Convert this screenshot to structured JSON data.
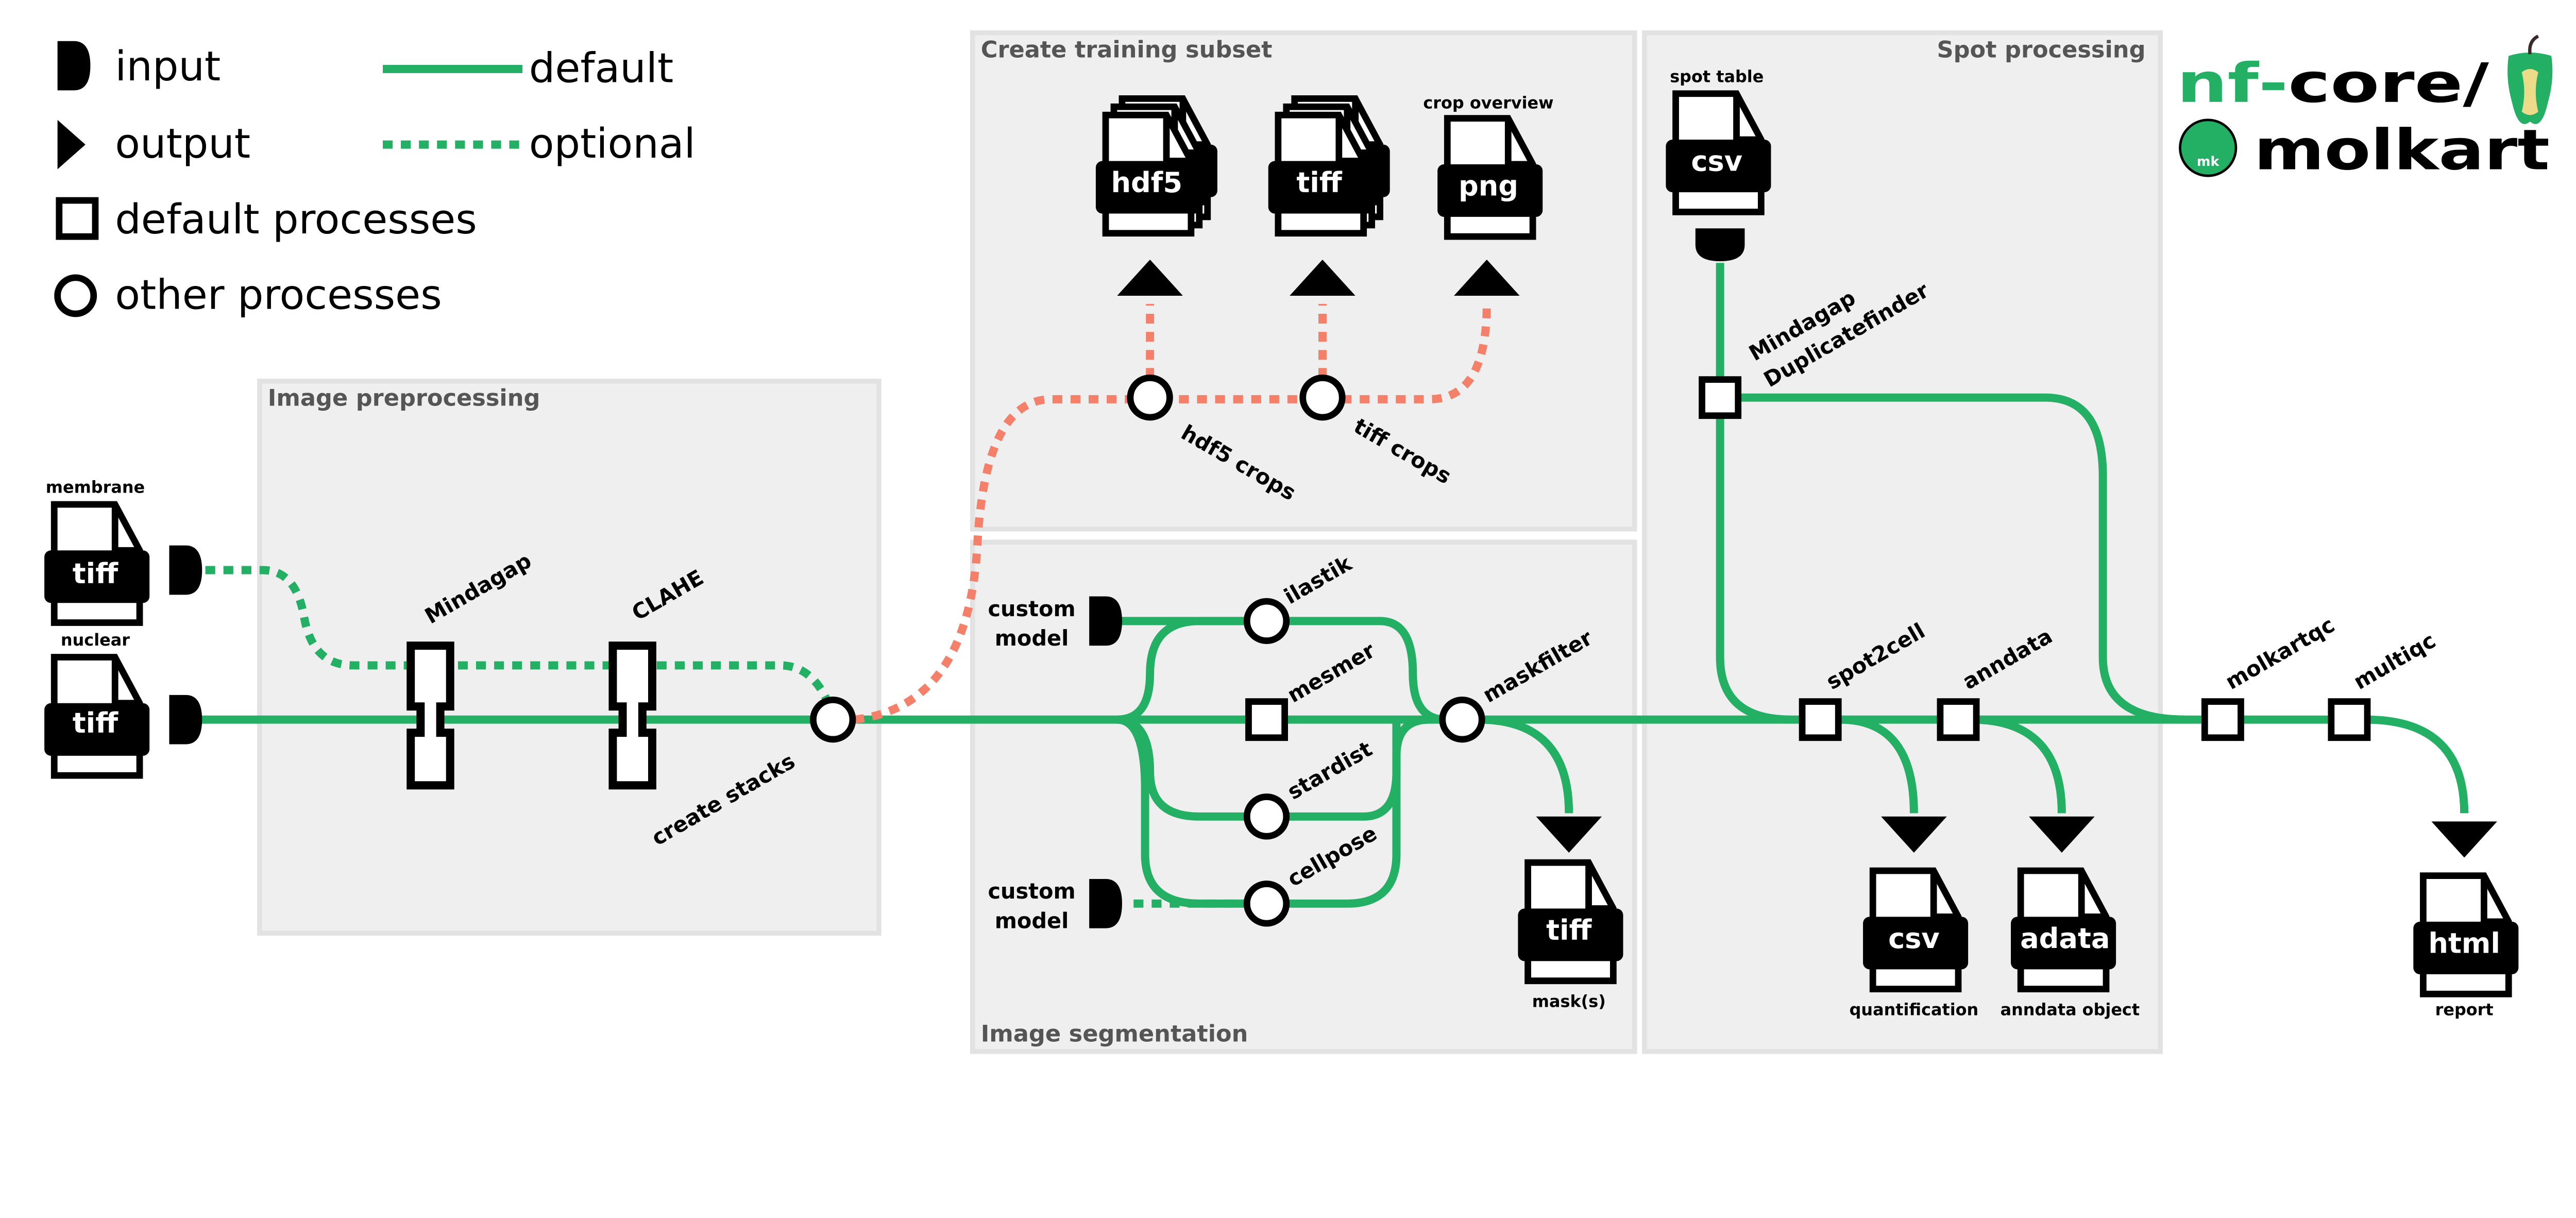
{
  "legend": {
    "input": "input",
    "output": "output",
    "default_processes": "default processes",
    "other_processes": "other processes",
    "default": "default",
    "optional": "optional"
  },
  "colors": {
    "default": "#24b064",
    "optional": "#24b064",
    "training_subset": "#f4806a",
    "ilastik": "#2e7a6a",
    "stardist": "#1a5a96",
    "cellpose": "#2e2e6a"
  },
  "groups": {
    "preprocessing": "Image preprocessing",
    "training": "Create training subset",
    "segmentation": "Image segmentation",
    "spot": "Spot processing"
  },
  "inputs": {
    "membrane_label": "membrane",
    "membrane_ext": "tiff",
    "nuclear_label": "nuclear",
    "nuclear_ext": "tiff",
    "spot_label": "spot table",
    "spot_ext": "csv",
    "custom_model_1": [
      "custom",
      "model"
    ],
    "custom_model_2": [
      "custom",
      "model"
    ]
  },
  "processes": {
    "mindagap": "Mindagap",
    "clahe": "CLAHE",
    "create_stacks": "create stacks",
    "hdf5_crops": "hdf5 crops",
    "tiff_crops": "tiff crops",
    "ilastik": "ilastik",
    "mesmer": "mesmer",
    "stardist": "stardist",
    "cellpose": "cellpose",
    "maskfilter": "maskfilter",
    "duplicatefinder": [
      "Mindagap",
      "Duplicatefinder"
    ],
    "spot2cell": "spot2cell",
    "anndata": "anndata",
    "molkartqc": "molkartqc",
    "multiqc": "multiqc"
  },
  "outputs": {
    "hdf5": "hdf5",
    "tiff_crops": "tiff",
    "png": "png",
    "png_label": "crop overview",
    "mask_ext": "tiff",
    "mask_label": "mask(s)",
    "csv_ext": "csv",
    "csv_label": "quantification",
    "adata_ext": "adata",
    "adata_label": "anndata object",
    "html_ext": "html",
    "html_label": "report"
  },
  "logo": {
    "nf": "nf",
    "dash": "-",
    "core": "core/",
    "name": "molkart",
    "badge": "mk"
  }
}
